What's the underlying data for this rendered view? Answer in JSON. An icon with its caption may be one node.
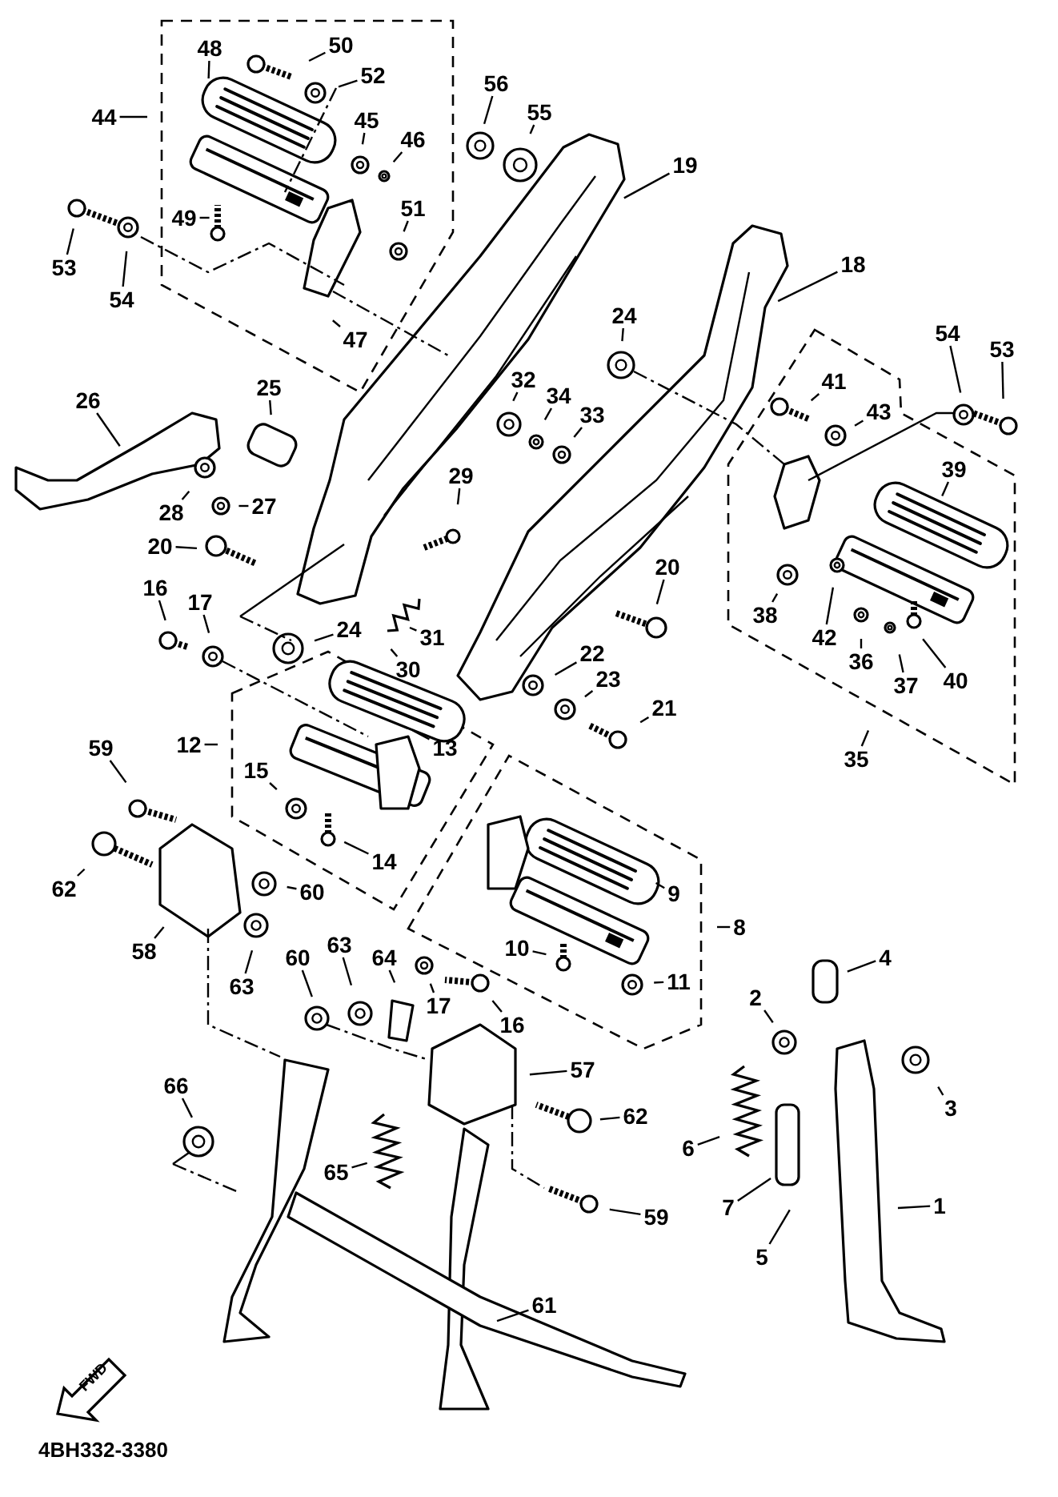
{
  "diagram": {
    "nodes": [
      {
        "text": [
          "48"
        ]
      },
      {
        "text": [
          "50"
        ]
      },
      {
        "text": [
          "56"
        ]
      },
      {
        "text": [
          "52"
        ]
      },
      {
        "text": [
          "55"
        ]
      },
      {
        "text": [
          "44"
        ]
      },
      {
        "text": [
          "45"
        ]
      },
      {
        "text": [
          "46"
        ]
      },
      {
        "text": [
          "19"
        ]
      },
      {
        "text": [
          "51"
        ]
      },
      {
        "text": [
          "49"
        ]
      },
      {
        "text": [
          "53"
        ]
      },
      {
        "text": [
          "18"
        ]
      },
      {
        "text": [
          "54"
        ]
      },
      {
        "text": [
          "24"
        ]
      },
      {
        "text": [
          "54"
        ]
      },
      {
        "text": [
          "47"
        ]
      },
      {
        "text": [
          "53"
        ]
      },
      {
        "text": [
          "32"
        ]
      },
      {
        "text": [
          "41"
        ]
      },
      {
        "text": [
          "25"
        ]
      },
      {
        "text": [
          "34"
        ]
      },
      {
        "text": [
          "26"
        ]
      },
      {
        "text": [
          "43"
        ]
      },
      {
        "text": [
          "33"
        ]
      },
      {
        "text": [
          "39"
        ]
      },
      {
        "text": [
          "29"
        ]
      },
      {
        "text": [
          "27"
        ]
      },
      {
        "text": [
          "28"
        ]
      },
      {
        "text": [
          "20"
        ]
      },
      {
        "text": [
          "20"
        ]
      },
      {
        "text": [
          "16"
        ]
      },
      {
        "text": [
          "17"
        ]
      },
      {
        "text": [
          "38"
        ]
      },
      {
        "text": [
          "24"
        ]
      },
      {
        "text": [
          "42"
        ]
      },
      {
        "text": [
          "31"
        ]
      },
      {
        "text": [
          "22"
        ]
      },
      {
        "text": [
          "36"
        ]
      },
      {
        "text": [
          "30"
        ]
      },
      {
        "text": [
          "23"
        ]
      },
      {
        "text": [
          "37"
        ]
      },
      {
        "text": [
          "40"
        ]
      },
      {
        "text": [
          "21"
        ]
      },
      {
        "text": [
          "12"
        ]
      },
      {
        "text": [
          "59"
        ]
      },
      {
        "text": [
          "13"
        ]
      },
      {
        "text": [
          "35"
        ]
      },
      {
        "text": [
          "15"
        ]
      },
      {
        "text": [
          "14"
        ]
      },
      {
        "text": [
          "62"
        ]
      },
      {
        "text": [
          "60"
        ]
      },
      {
        "text": [
          "9"
        ]
      },
      {
        "text": [
          "8"
        ]
      },
      {
        "text": [
          "10"
        ]
      },
      {
        "text": [
          "58"
        ]
      },
      {
        "text": [
          "4"
        ]
      },
      {
        "text": [
          "60"
        ]
      },
      {
        "text": [
          "63"
        ]
      },
      {
        "text": [
          "64"
        ]
      },
      {
        "text": [
          "11"
        ]
      },
      {
        "text": [
          "63"
        ]
      },
      {
        "text": [
          "2"
        ]
      },
      {
        "text": [
          "17"
        ]
      },
      {
        "text": [
          "16"
        ]
      },
      {
        "text": [
          "57"
        ]
      },
      {
        "text": [
          "66"
        ]
      },
      {
        "text": [
          "3"
        ]
      },
      {
        "text": [
          "62"
        ]
      },
      {
        "text": [
          "6"
        ]
      },
      {
        "text": [
          "65"
        ]
      },
      {
        "text": [
          "1"
        ]
      },
      {
        "text": [
          "7"
        ]
      },
      {
        "text": [
          "59"
        ]
      },
      {
        "text": [
          "5"
        ]
      },
      {
        "text": [
          "61"
        ]
      }
    ],
    "edges": [
      {
        "from": 0,
        "to": null,
        "arrow": "none"
      },
      {
        "from": 1,
        "to": null,
        "arrow": "none"
      },
      {
        "from": 2,
        "to": null,
        "arrow": "none"
      },
      {
        "from": 3,
        "to": null,
        "arrow": "none"
      },
      {
        "from": 4,
        "to": null,
        "arrow": "none"
      },
      {
        "from": 5,
        "to": null,
        "arrow": "none"
      },
      {
        "from": 6,
        "to": null,
        "arrow": "none"
      },
      {
        "from": 7,
        "to": null,
        "arrow": "none"
      },
      {
        "from": 8,
        "to": null,
        "arrow": "none"
      },
      {
        "from": 9,
        "to": null,
        "arrow": "none"
      },
      {
        "from": 10,
        "to": null,
        "arrow": "none"
      },
      {
        "from": 11,
        "to": null,
        "arrow": "none"
      },
      {
        "from": 12,
        "to": null,
        "arrow": "none"
      },
      {
        "from": 13,
        "to": null,
        "arrow": "none"
      },
      {
        "from": 14,
        "to": null,
        "arrow": "none"
      },
      {
        "from": 15,
        "to": null,
        "arrow": "none"
      },
      {
        "from": 16,
        "to": null,
        "arrow": "none"
      },
      {
        "from": 17,
        "to": null,
        "arrow": "none"
      },
      {
        "from": 18,
        "to": null,
        "arrow": "none"
      },
      {
        "from": 19,
        "to": null,
        "arrow": "none"
      },
      {
        "from": 20,
        "to": null,
        "arrow": "none"
      },
      {
        "from": 21,
        "to": null,
        "arrow": "none"
      },
      {
        "from": 22,
        "to": null,
        "arrow": "none"
      },
      {
        "from": 23,
        "to": null,
        "arrow": "none"
      },
      {
        "from": 24,
        "to": null,
        "arrow": "none"
      },
      {
        "from": 25,
        "to": null,
        "arrow": "none"
      },
      {
        "from": 26,
        "to": null,
        "arrow": "none"
      },
      {
        "from": 27,
        "to": null,
        "arrow": "none"
      },
      {
        "from": 28,
        "to": null,
        "arrow": "none"
      },
      {
        "from": 29,
        "to": null,
        "arrow": "none"
      },
      {
        "from": 30,
        "to": null,
        "arrow": "none"
      },
      {
        "from": 31,
        "to": null,
        "arrow": "none"
      },
      {
        "from": 32,
        "to": null,
        "arrow": "none"
      },
      {
        "from": 33,
        "to": null,
        "arrow": "none"
      },
      {
        "from": 34,
        "to": null,
        "arrow": "none"
      },
      {
        "from": 35,
        "to": null,
        "arrow": "none"
      },
      {
        "from": 36,
        "to": null,
        "arrow": "none"
      },
      {
        "from": 37,
        "to": null,
        "arrow": "none"
      },
      {
        "from": 38,
        "to": null,
        "arrow": "none"
      },
      {
        "from": 39,
        "to": null,
        "arrow": "none"
      },
      {
        "from": 40,
        "to": null,
        "arrow": "none"
      },
      {
        "from": 41,
        "to": null,
        "arrow": "none"
      },
      {
        "from": 42,
        "to": null,
        "arrow": "none"
      },
      {
        "from": 43,
        "to": null,
        "arrow": "none"
      },
      {
        "from": 44,
        "to": null,
        "arrow": "none"
      },
      {
        "from": 45,
        "to": null,
        "arrow": "none"
      },
      {
        "from": 46,
        "to": null,
        "arrow": "none"
      },
      {
        "from": 47,
        "to": null,
        "arrow": "none"
      },
      {
        "from": 48,
        "to": null,
        "arrow": "none"
      },
      {
        "from": 49,
        "to": null,
        "arrow": "none"
      },
      {
        "from": 50,
        "to": null,
        "arrow": "none"
      },
      {
        "from": 51,
        "to": null,
        "arrow": "none"
      },
      {
        "from": 52,
        "to": null,
        "arrow": "none"
      },
      {
        "from": 53,
        "to": null,
        "arrow": "none"
      },
      {
        "from": 54,
        "to": null,
        "arrow": "none"
      },
      {
        "from": 55,
        "to": null,
        "arrow": "none"
      },
      {
        "from": 56,
        "to": null,
        "arrow": "none"
      },
      {
        "from": 57,
        "to": null,
        "arrow": "none"
      },
      {
        "from": 58,
        "to": null,
        "arrow": "none"
      },
      {
        "from": 59,
        "to": null,
        "arrow": "none"
      },
      {
        "from": 60,
        "to": null,
        "arrow": "none"
      },
      {
        "from": 61,
        "to": null,
        "arrow": "none"
      },
      {
        "from": 62,
        "to": null,
        "arrow": "none"
      },
      {
        "from": 63,
        "to": null,
        "arrow": "none"
      },
      {
        "from": 64,
        "to": null,
        "arrow": "none"
      },
      {
        "from": 65,
        "to": null,
        "arrow": "none"
      },
      {
        "from": 66,
        "to": null,
        "arrow": "none"
      },
      {
        "from": 67,
        "to": null,
        "arrow": "none"
      },
      {
        "from": 68,
        "to": null,
        "arrow": "none"
      },
      {
        "from": 69,
        "to": null,
        "arrow": "none"
      },
      {
        "from": 70,
        "to": null,
        "arrow": "none"
      },
      {
        "from": 71,
        "to": null,
        "arrow": "none"
      },
      {
        "from": 72,
        "to": null,
        "arrow": "none"
      },
      {
        "from": 73,
        "to": null,
        "arrow": "none"
      },
      {
        "from": 74,
        "to": null,
        "arrow": "none"
      },
      {
        "from": 75,
        "to": null,
        "arrow": "none"
      }
    ],
    "labels": [
      "FWD",
      "4BH332-3380"
    ]
  }
}
